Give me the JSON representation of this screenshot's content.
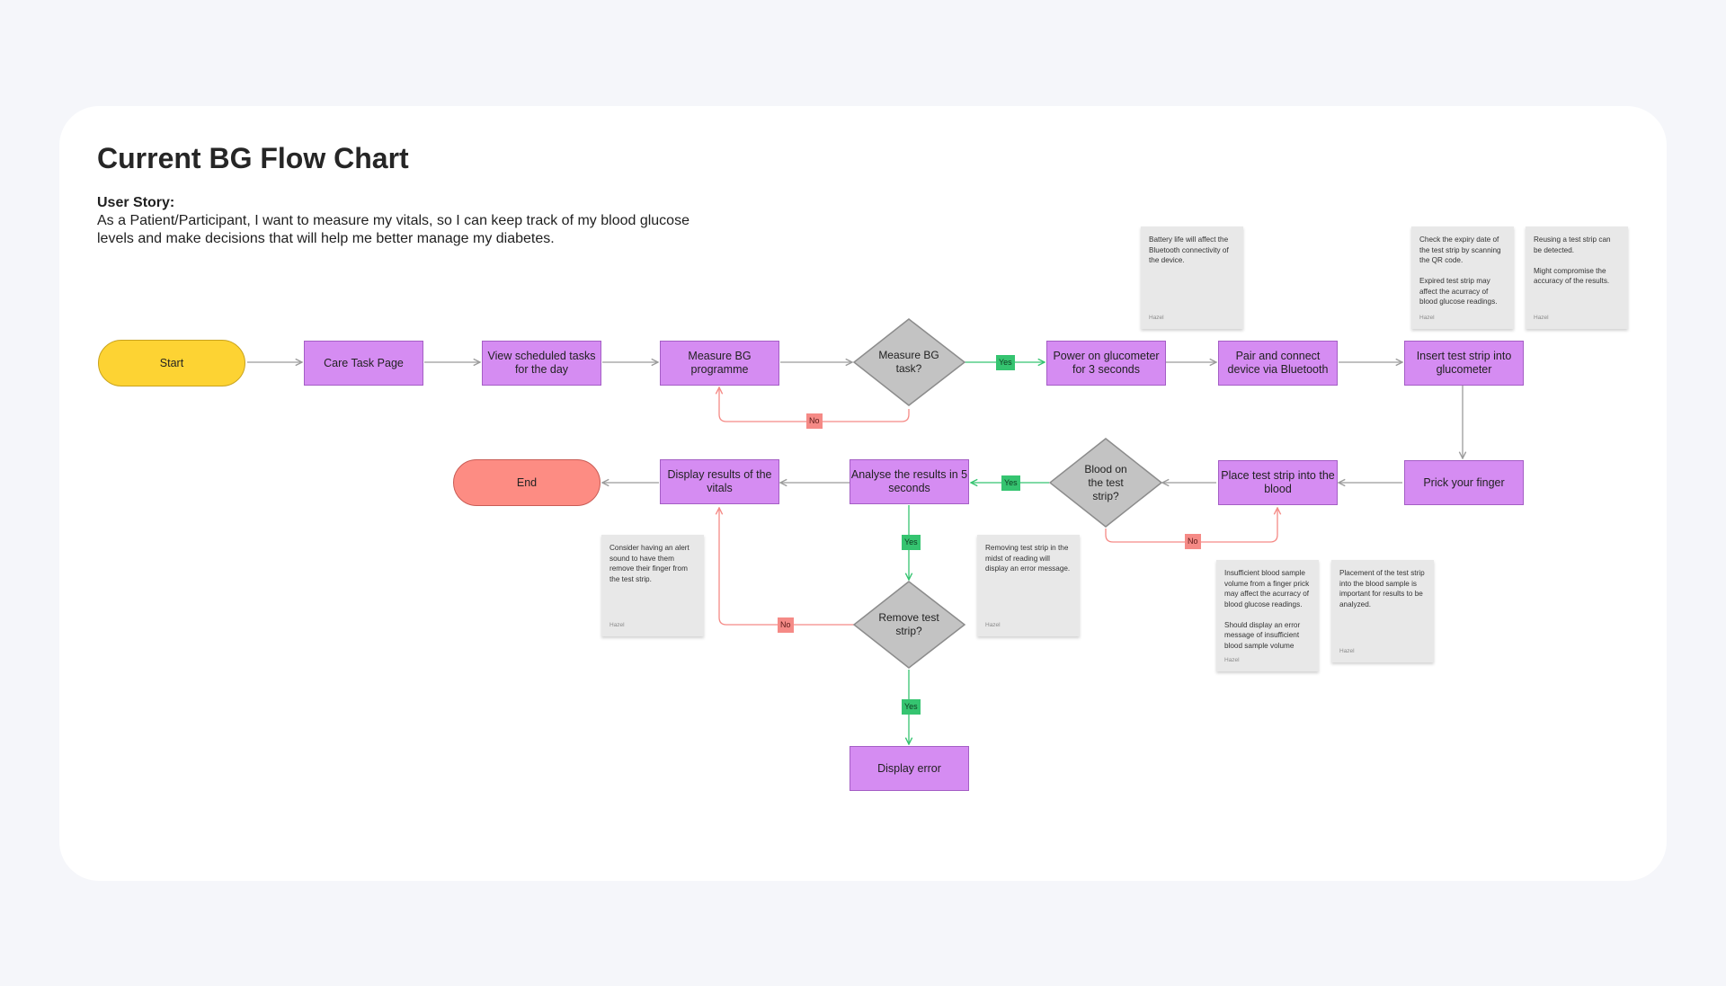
{
  "title": "Current BG Flow Chart",
  "user_story": {
    "heading": "User Story:",
    "line1": "As a Patient/Participant, I want to measure my vitals, so I can keep track of my blood glucose",
    "line2": "levels and make decisions that will help me better manage my diabetes."
  },
  "nodes": {
    "start": "Start",
    "care_task_page": "Care Task Page",
    "view_tasks": "View scheduled tasks for the day",
    "measure_bg": "Measure BG programme",
    "power_on": "Power on glucometer for 3 seconds",
    "pair": "Pair and connect device via Bluetooth",
    "insert_strip": "Insert test strip into glucometer",
    "prick": "Prick your finger",
    "place_strip": "Place test strip into the blood",
    "analyse": "Analyse the results in 5 seconds",
    "display_results": "Display results of the vitals",
    "end": "End",
    "display_error": "Display error"
  },
  "decisions": {
    "measure_task": "Measure BG task?",
    "blood_on_strip": "Blood on the test strip?",
    "remove_strip": "Remove test strip?"
  },
  "labels": {
    "yes": "Yes",
    "no": "No"
  },
  "notes": {
    "battery": "Battery life will affect the Bluetooth connectivity of the device.",
    "expiry": "Check the expiry date of the test strip by scanning the QR code.\n\nExpired test strip may affect the acurracy of blood glucose readings.",
    "reuse": "Reusing a test strip can be detected.\n\nMight compromise the accuracy of the results.",
    "insufficient": "Insufficient blood sample volume from a finger prick may affect the acurracy of blood glucose readings.\n\nShould display an error message of insufficient blood sample volume",
    "placement": "Placement of the test strip into the blood sample is important for results to be analyzed.",
    "alert": "Consider having an alert sound to have them remove their finger from the test strip.",
    "removing": "Removing test strip in the midst of reading will display an error message.",
    "author": "Hazel"
  },
  "colors": {
    "process": "#d58cf2",
    "start": "#fdd333",
    "end": "#fd8c83",
    "decision": "#c3c3c3",
    "yes": "#35c470",
    "no": "#f58a86",
    "note": "#e8e8e8"
  }
}
